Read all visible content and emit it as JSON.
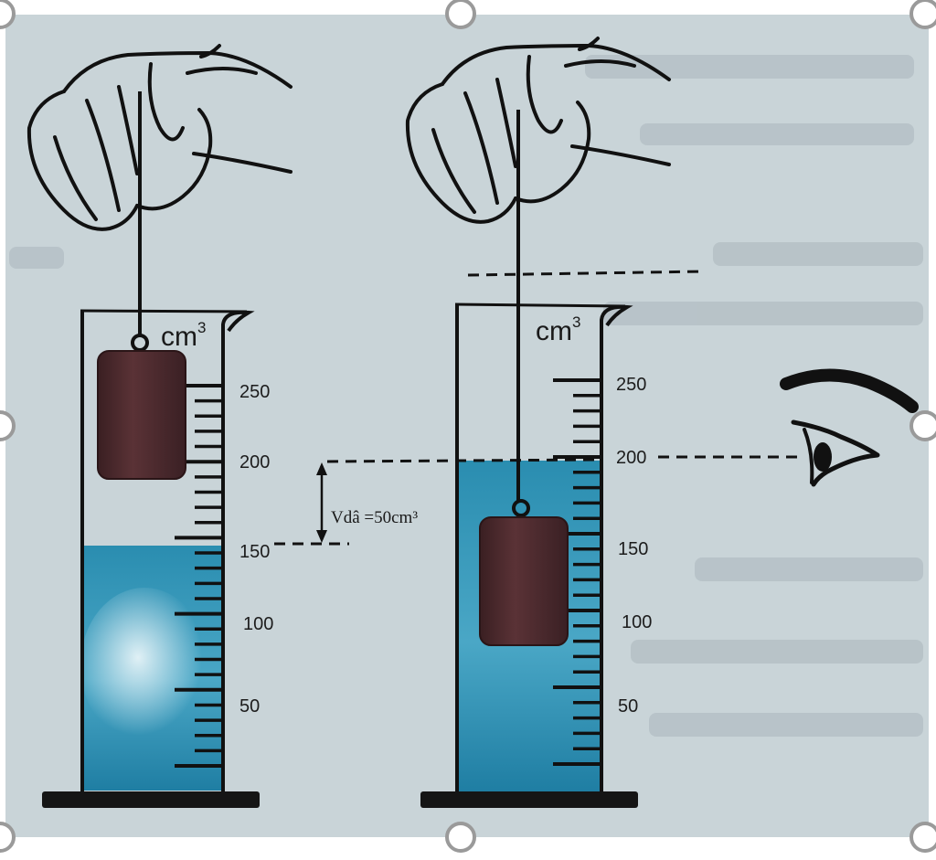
{
  "unit": "cm³",
  "unit_base": "cm",
  "unit_exp": "3",
  "scale_labels": [
    "250",
    "200",
    "150",
    "100",
    "50"
  ],
  "left_cylinder": {
    "water_level_cm3": 150
  },
  "right_cylinder": {
    "water_level_cm3": 200
  },
  "displaced_volume_label": "Vdâ =50cm³",
  "colors": {
    "background": "#c9d4d8",
    "water": "#2f8fb0",
    "weight": "#4a2a2c",
    "outline": "#111111"
  },
  "icons": [
    "hand-icon",
    "eye-icon",
    "selection-handle-icon"
  ]
}
